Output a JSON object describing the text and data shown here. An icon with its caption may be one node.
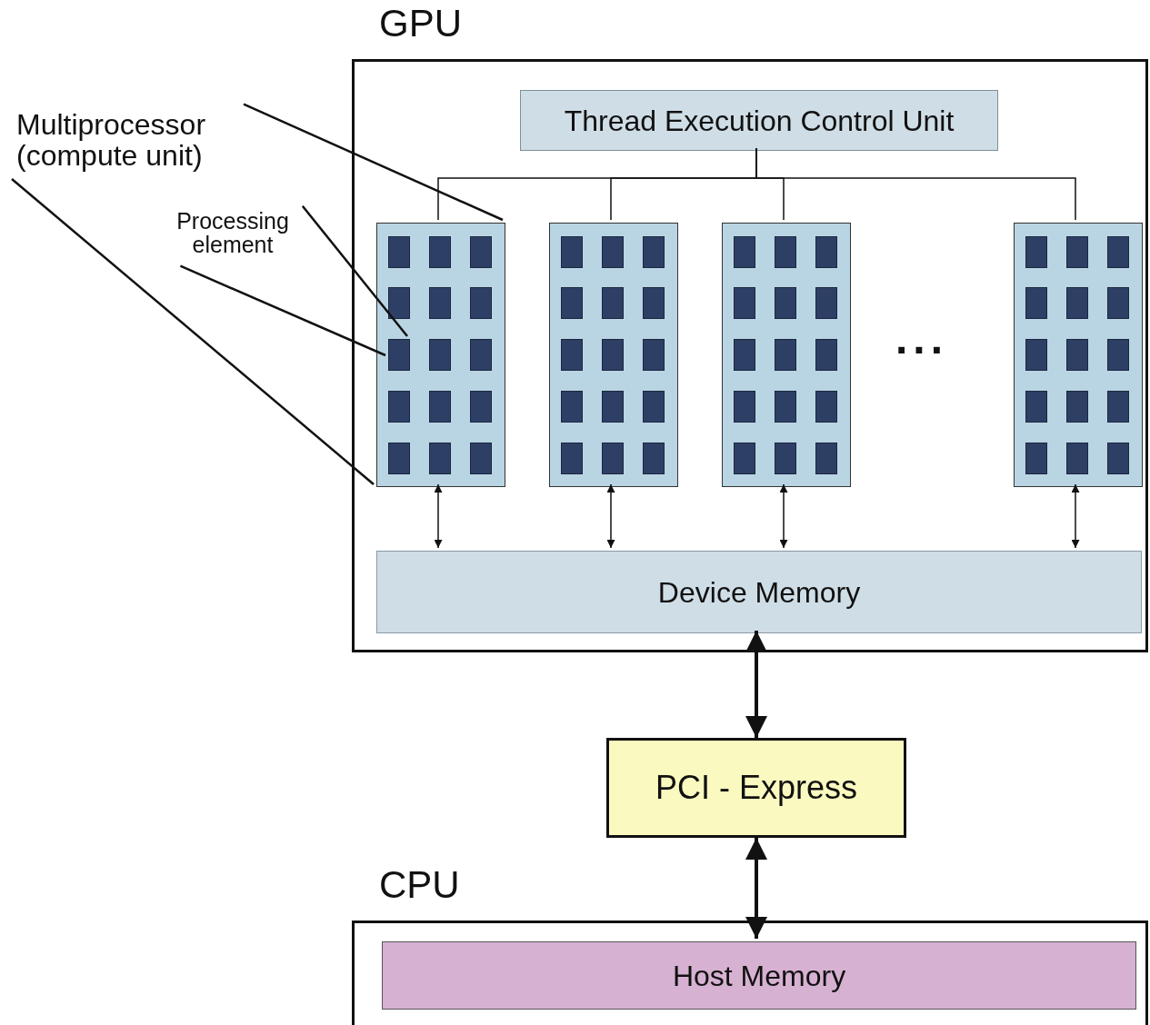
{
  "diagram": {
    "nodes": [
      {
        "text": [
          "GPU"
        ]
      },
      {
        "text": [
          "Thread Execution Control Unit"
        ],
        "in": 0
      },
      {
        "text": [],
        "shape": "box",
        "in": 0
      },
      {
        "text": [],
        "shape": "box",
        "in": 2
      },
      {
        "text": [],
        "shape": "box",
        "in": 2
      },
      {
        "text": [],
        "shape": "box",
        "in": 2
      },
      {
        "text": [],
        "shape": "box",
        "in": 2
      },
      {
        "text": [],
        "shape": "box",
        "in": 2
      },
      {
        "text": [],
        "shape": "box",
        "in": 2
      },
      {
        "text": [],
        "shape": "box",
        "in": 2
      },
      {
        "text": [],
        "shape": "box",
        "in": 2
      },
      {
        "text": [],
        "shape": "box",
        "in": 2
      },
      {
        "text": [],
        "shape": "box",
        "in": 2
      },
      {
        "text": [],
        "shape": "box",
        "in": 2
      },
      {
        "text": [],
        "shape": "box",
        "in": 2
      },
      {
        "text": [],
        "shape": "box",
        "in": 2
      },
      {
        "text": [],
        "shape": "box",
        "in": 2
      },
      {
        "text": [],
        "shape": "box",
        "in": 2
      },
      {
        "text": [],
        "shape": "box",
        "in": 0
      },
      {
        "text": [],
        "shape": "box",
        "in": 18
      },
      {
        "text": [],
        "shape": "box",
        "in": 18
      },
      {
        "text": [],
        "shape": "box",
        "in": 18
      },
      {
        "text": [],
        "shape": "box",
        "in": 18
      },
      {
        "text": [],
        "shape": "box",
        "in": 18
      },
      {
        "text": [],
        "shape": "box",
        "in": 18
      },
      {
        "text": [],
        "shape": "box",
        "in": 18
      },
      {
        "text": [],
        "shape": "box",
        "in": 18
      },
      {
        "text": [],
        "shape": "box",
        "in": 18
      },
      {
        "text": [],
        "shape": "box",
        "in": 18
      },
      {
        "text": [],
        "shape": "box",
        "in": 18
      },
      {
        "text": [],
        "shape": "box",
        "in": 18
      },
      {
        "text": [],
        "shape": "box",
        "in": 18
      },
      {
        "text": [],
        "shape": "box",
        "in": 18
      },
      {
        "text": [],
        "shape": "box",
        "in": 18
      },
      {
        "text": [],
        "shape": "box",
        "in": 0
      },
      {
        "text": [],
        "shape": "box",
        "in": 34
      },
      {
        "text": [],
        "shape": "box",
        "in": 34
      },
      {
        "text": [],
        "shape": "box",
        "in": 34
      },
      {
        "text": [],
        "shape": "box",
        "in": 34
      },
      {
        "text": [],
        "shape": "box",
        "in": 34
      },
      {
        "text": [],
        "shape": "box",
        "in": 34
      },
      {
        "text": [],
        "shape": "box",
        "in": 34
      },
      {
        "text": [],
        "shape": "box",
        "in": 34
      },
      {
        "text": [],
        "shape": "box",
        "in": 34
      },
      {
        "text": [],
        "shape": "box",
        "in": 34
      },
      {
        "text": [],
        "shape": "box",
        "in": 34
      },
      {
        "text": [],
        "shape": "box",
        "in": 34
      },
      {
        "text": [],
        "shape": "box",
        "in": 34
      },
      {
        "text": [],
        "shape": "box",
        "in": 34
      },
      {
        "text": [],
        "shape": "box",
        "in": 34
      },
      {
        "text": [],
        "shape": "box",
        "in": 0
      },
      {
        "text": [],
        "shape": "box",
        "in": 50
      },
      {
        "text": [],
        "shape": "box",
        "in": 50
      },
      {
        "text": [],
        "shape": "box",
        "in": 50
      },
      {
        "text": [],
        "shape": "box",
        "in": 50
      },
      {
        "text": [],
        "shape": "box",
        "in": 50
      },
      {
        "text": [],
        "shape": "box",
        "in": 50
      },
      {
        "text": [],
        "shape": "box",
        "in": 50
      },
      {
        "text": [],
        "shape": "box",
        "in": 50
      },
      {
        "text": [],
        "shape": "box",
        "in": 50
      },
      {
        "text": [],
        "shape": "box",
        "in": 50
      },
      {
        "text": [],
        "shape": "box",
        "in": 50
      },
      {
        "text": [],
        "shape": "box",
        "in": 50
      },
      {
        "text": [],
        "shape": "box",
        "in": 50
      },
      {
        "text": [],
        "shape": "box",
        "in": 50
      },
      {
        "text": [],
        "shape": "box",
        "in": 50
      },
      {
        "text": [
          "Device Memory"
        ],
        "in": 0
      },
      {
        "text": [
          "PCI - Express"
        ]
      },
      {
        "text": [
          "CPU"
        ]
      },
      {
        "text": [
          "Host Memory"
        ],
        "in": 68
      },
      {
        "text": [
          "Multiprocessor (compute unit)"
        ]
      },
      {
        "text": [
          "Processing element"
        ]
      }
    ],
    "edges": [
      {
        "from": 1,
        "to": 2,
        "arrow": "none"
      },
      {
        "from": 1,
        "to": 18,
        "arrow": "none"
      },
      {
        "from": 1,
        "to": 34,
        "arrow": "none"
      },
      {
        "from": 1,
        "to": 50,
        "arrow": "none"
      },
      {
        "from": 2,
        "to": 66,
        "arrow": "both"
      },
      {
        "from": 18,
        "to": 66,
        "arrow": "both"
      },
      {
        "from": 34,
        "to": 66,
        "arrow": "both"
      },
      {
        "from": 50,
        "to": 66,
        "arrow": "both"
      },
      {
        "from": 66,
        "to": 67,
        "arrow": "both",
        "style": "thick"
      },
      {
        "from": 67,
        "to": 69,
        "arrow": "both",
        "style": "thick"
      },
      {
        "from": 70,
        "to": 2,
        "arrow": "none"
      },
      {
        "from": 70,
        "to": 2,
        "arrow": "none"
      },
      {
        "from": 71,
        "to": 9,
        "arrow": "none"
      },
      {
        "from": 71,
        "to": 9,
        "arrow": "none"
      }
    ],
    "labels": [
      "..."
    ]
  }
}
